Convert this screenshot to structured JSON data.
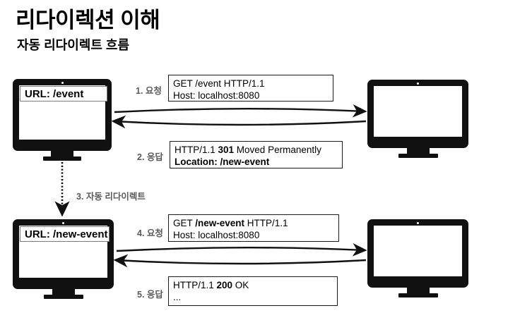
{
  "header": {
    "title": "리다이렉션 이해",
    "subtitle": "자동 리다이렉트 흐름"
  },
  "client_top": {
    "url_label": "URL: /event"
  },
  "client_bottom": {
    "url_label": "URL: /new-event"
  },
  "steps": [
    {
      "id": "step1",
      "label": "1. 요청"
    },
    {
      "id": "step2",
      "label": "2. 응답"
    },
    {
      "id": "step3",
      "label": "3. 자동 리다이렉트"
    },
    {
      "id": "step4",
      "label": "4. 요청"
    },
    {
      "id": "step5",
      "label": "5. 응답"
    }
  ],
  "messages": {
    "request1": {
      "line1_pre": "GET /event HTTP/1.1",
      "line2": "Host: localhost:8080"
    },
    "response1": {
      "line1_pre": "HTTP/1.1 ",
      "line1_bold": "301",
      "line1_post": " Moved Permanently",
      "line2_bold": "Location: /new-event"
    },
    "request2": {
      "line1_pre": "GET ",
      "line1_bold": "/new-event",
      "line1_post": " HTTP/1.1",
      "line2": "Host: localhost:8080"
    },
    "response2": {
      "line1_pre": "HTTP/1.1 ",
      "line1_bold": "200",
      "line1_post": " OK",
      "line2": "..."
    }
  },
  "colors": {
    "ink": "#000000",
    "bezel": "#111111",
    "step_label": "#5a5a5a",
    "urlbar_border": "#7d7d7d",
    "background": "#ffffff"
  }
}
